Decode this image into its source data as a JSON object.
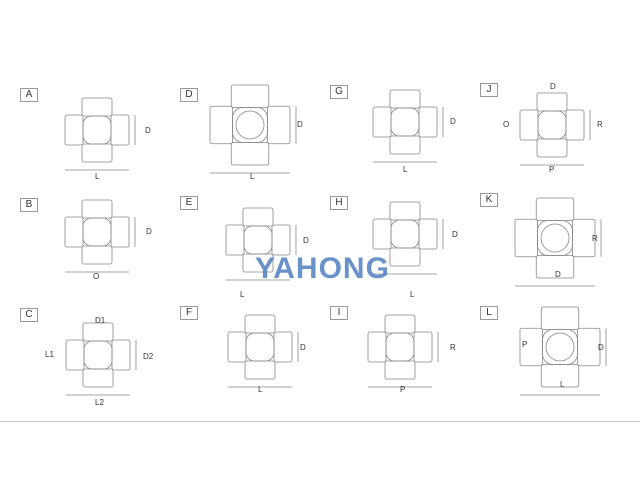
{
  "panels": [
    {
      "label": "A",
      "dims": [
        "D",
        "L"
      ]
    },
    {
      "label": "D",
      "dims": [
        "D",
        "L"
      ]
    },
    {
      "label": "G",
      "dims": [
        "D",
        "L"
      ]
    },
    {
      "label": "J",
      "dims": [
        "D",
        "O",
        "R",
        "P"
      ]
    },
    {
      "label": "B",
      "dims": [
        "D",
        "O"
      ]
    },
    {
      "label": "E",
      "dims": [
        "D",
        "L"
      ]
    },
    {
      "label": "H",
      "dims": [
        "D",
        "L"
      ]
    },
    {
      "label": "K",
      "dims": [
        "R",
        "D"
      ]
    },
    {
      "label": "C",
      "dims": [
        "D1",
        "L1",
        "D2",
        "L2"
      ]
    },
    {
      "label": "F",
      "dims": [
        "D",
        "L"
      ]
    },
    {
      "label": "I",
      "dims": [
        "R",
        "P"
      ]
    },
    {
      "label": "L",
      "dims": [
        "P",
        "D",
        "L"
      ]
    }
  ],
  "watermark": "YAHONG",
  "colors": {
    "line": "#888888",
    "watermark": "#4f7fc2"
  }
}
